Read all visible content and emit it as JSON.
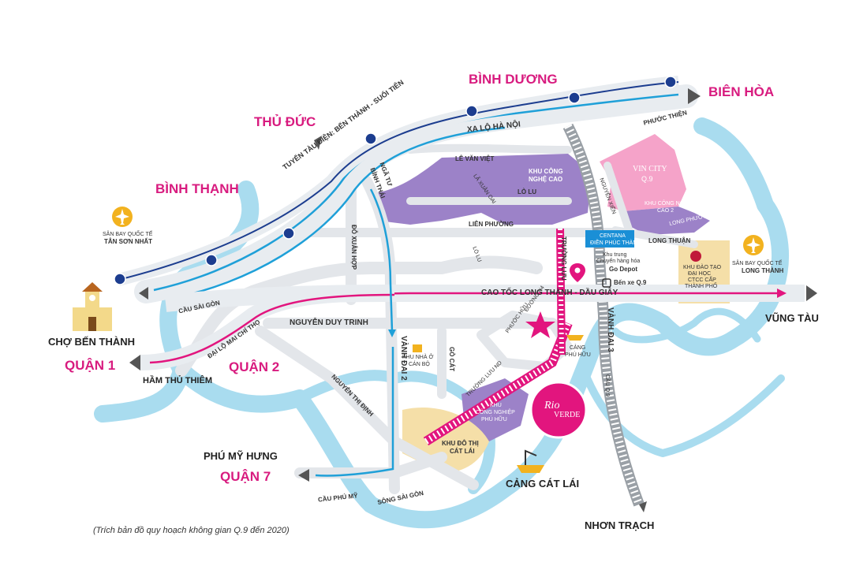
{
  "colors": {
    "river": "#a9dcef",
    "road": "#e3e6ea",
    "highway": "#1fa0d8",
    "pink": "#e2157e",
    "purple": "#9c82c8",
    "pink_zone": "#f5a3c9",
    "railway": "#9aa0a6",
    "sand": "#f5dfa8",
    "district_text": "#d81b7f"
  },
  "districts": {
    "binh_duong": "BÌNH DƯƠNG",
    "bien_hoa": "BIÊN HÒA",
    "thu_duc": "THỦ ĐỨC",
    "binh_thanh": "BÌNH THẠNH",
    "quan1": "QUẬN 1",
    "quan2": "QUẬN 2",
    "quan7": "QUẬN 7"
  },
  "places": {
    "cho_ben_thanh": "CHỢ BẾN THÀNH",
    "ham_thu_thiem": "HẦM THỦ THIÊM",
    "phu_my_hung": "PHÚ MỸ HƯNG",
    "vung_tau": "VŨNG TÀU",
    "nhon_trach": "NHƠN TRẠCH",
    "cang_cat_lai": "CẢNG CÁT LÁI"
  },
  "airports": {
    "tsn_line1": "SÂN BAY QUỐC TẾ",
    "tsn_line2": "TÂN SƠN NHẤT",
    "lt_line1": "SÂN BAY QUỐC TẾ",
    "lt_line2": "LONG THÀNH"
  },
  "roads": {
    "metro": "TUYẾN TÀU ĐIỆN: BẾN THÀNH - SUỐI TIÊN",
    "xa_lo_ha_noi": "XA LỘ HÀ NỘI",
    "phuoc_thien": "PHƯỚC THIỆN",
    "le_van_viet": "LÊ VĂN VIỆT",
    "lo_lu": "LÒ LU",
    "lien_phuong": "LIÊN PHƯỜNG",
    "long_thuan": "LONG THUẬN",
    "nguyen_xien": "NGUYỄN XIỂN",
    "nga_tu": "NGÃ TƯ",
    "binh_thai": "BÌNH THÁI",
    "do_xuan_hop": "ĐỖ XUÂN HỢP",
    "la_xuan_oai": "LÃ XUÂN OAI",
    "lo_lu_2": "LÒ LU",
    "truong_luu": "TRƯỜNG LƯU",
    "cau_sai_gon": "CẦU SÀI GÒN",
    "cao_toc": "CAO TỐC LONG THÀNH - DẦU GIÂY",
    "mai_chi_tho": "ĐẠI LỘ MAI CHÍ THỌ",
    "nguyen_duy_trinh": "NGUYỄN DUY TRINH",
    "vanh_dai_2": "VÀNH ĐAI 2",
    "vanh_dai_3": "VÀNH ĐAI 3",
    "cau_q9": "CẦU Q.9",
    "go_cat": "GÒ CÁT",
    "phuoc_huu": "PHƯỚC HỮU",
    "duong_n4": "ĐƯỜNG N4",
    "truong_luu_nd": "TRƯỜNG LƯU ND",
    "nguyen_thi_dinh": "NGUYỄN THỊ ĐỊNH",
    "cau_phu_my": "CẦU PHÚ MỸ",
    "song_sai_gon": "SÔNG SÀI GÒN"
  },
  "zones": {
    "khu_cong_nghe_cao": [
      "KHU CÔNG",
      "NGHỆ CAO"
    ],
    "vin_city": [
      "VIN CITY",
      "Q.9"
    ],
    "khu_cong_nghe_cao_2": [
      "KHU CÔNG NGHỆ",
      "CAO 2"
    ],
    "long_phuoc": "LONG PHƯỚC",
    "centana": [
      "CENTANA",
      "ĐIỀN PHÚC THÀNH"
    ],
    "go_depot": [
      "Khu trung",
      "Chuyển hàng hóa",
      "Go Depot"
    ],
    "ben_xe": "Bến xe Q.9",
    "dai_hoc": [
      "KHU ĐÀO TẠO",
      "ĐẠI HỌC",
      "CTCC CẤP",
      "THÀNH PHỐ"
    ],
    "khu_nha_o": [
      "KHU NHÀ Ở",
      "CÁN BỘ"
    ],
    "cang_phu_huu": [
      "CẢNG",
      "PHÚ HỮU"
    ],
    "kcn_phu_huu": [
      "KHU",
      "CÔNG NGHIỆP",
      "PHÚ HỮU"
    ],
    "khu_do_thi": [
      "KHU ĐÔ THỊ",
      "CÁT LÁI"
    ]
  },
  "logo": {
    "brand1": "Rio",
    "brand2": "VERDE"
  },
  "caption": "(Trích bản đồ quy hoạch không gian Q.9 đến 2020)"
}
